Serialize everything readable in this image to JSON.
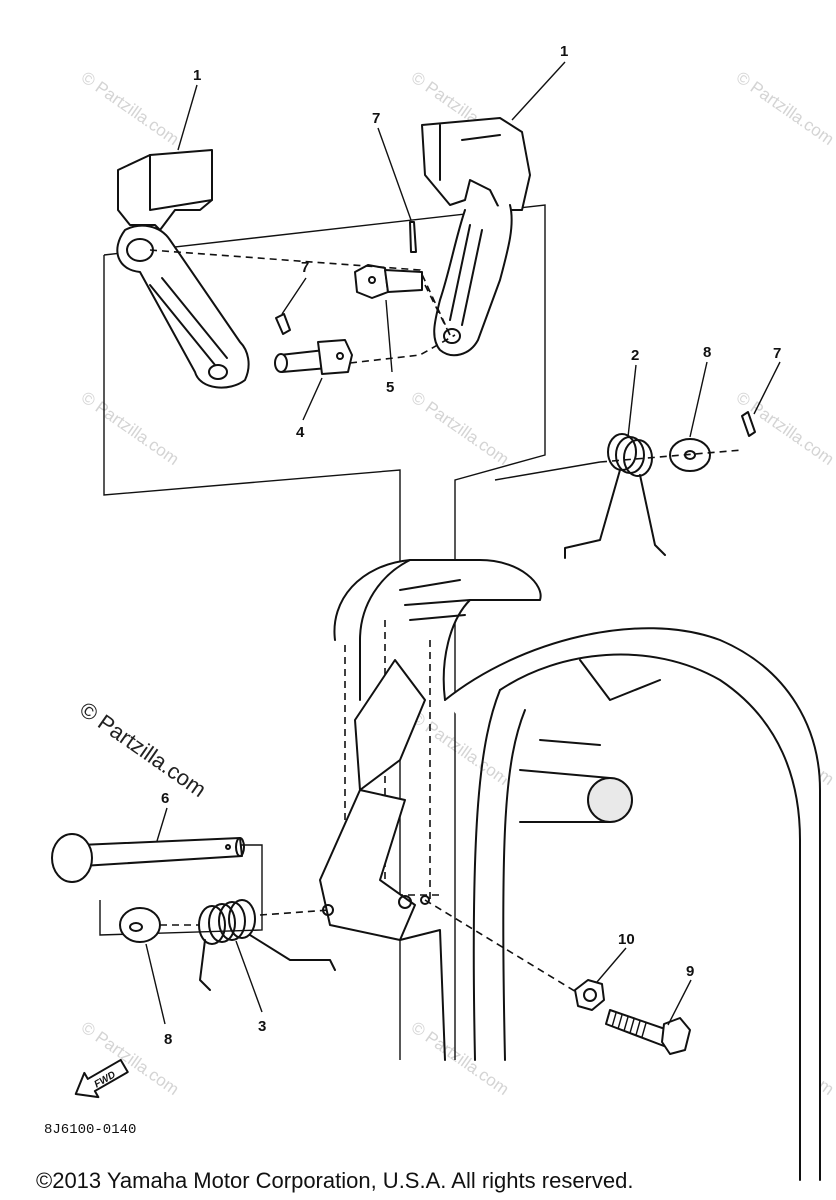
{
  "diagram": {
    "part_labels": {
      "bracket_left": "1",
      "bracket_right": "1",
      "cotter_pin_top": "7",
      "cotter_pin_left": "7",
      "cotter_pin_right": "7",
      "clevis_4": "4",
      "clevis_5": "5",
      "spring_upper": "2",
      "washer_upper": "8",
      "shaft_pin": "6",
      "washer_lower": "8",
      "spring_lower": "3",
      "nut": "10",
      "bolt": "9"
    },
    "diagram_code": "8J6100-0140",
    "fwd_arrow_text": "FWD",
    "featured_watermark": "© Partzilla.com",
    "background_watermark": "© Partzilla.com",
    "copyright": "©2013 Yamaha Motor Corporation, U.S.A. All rights reserved."
  }
}
